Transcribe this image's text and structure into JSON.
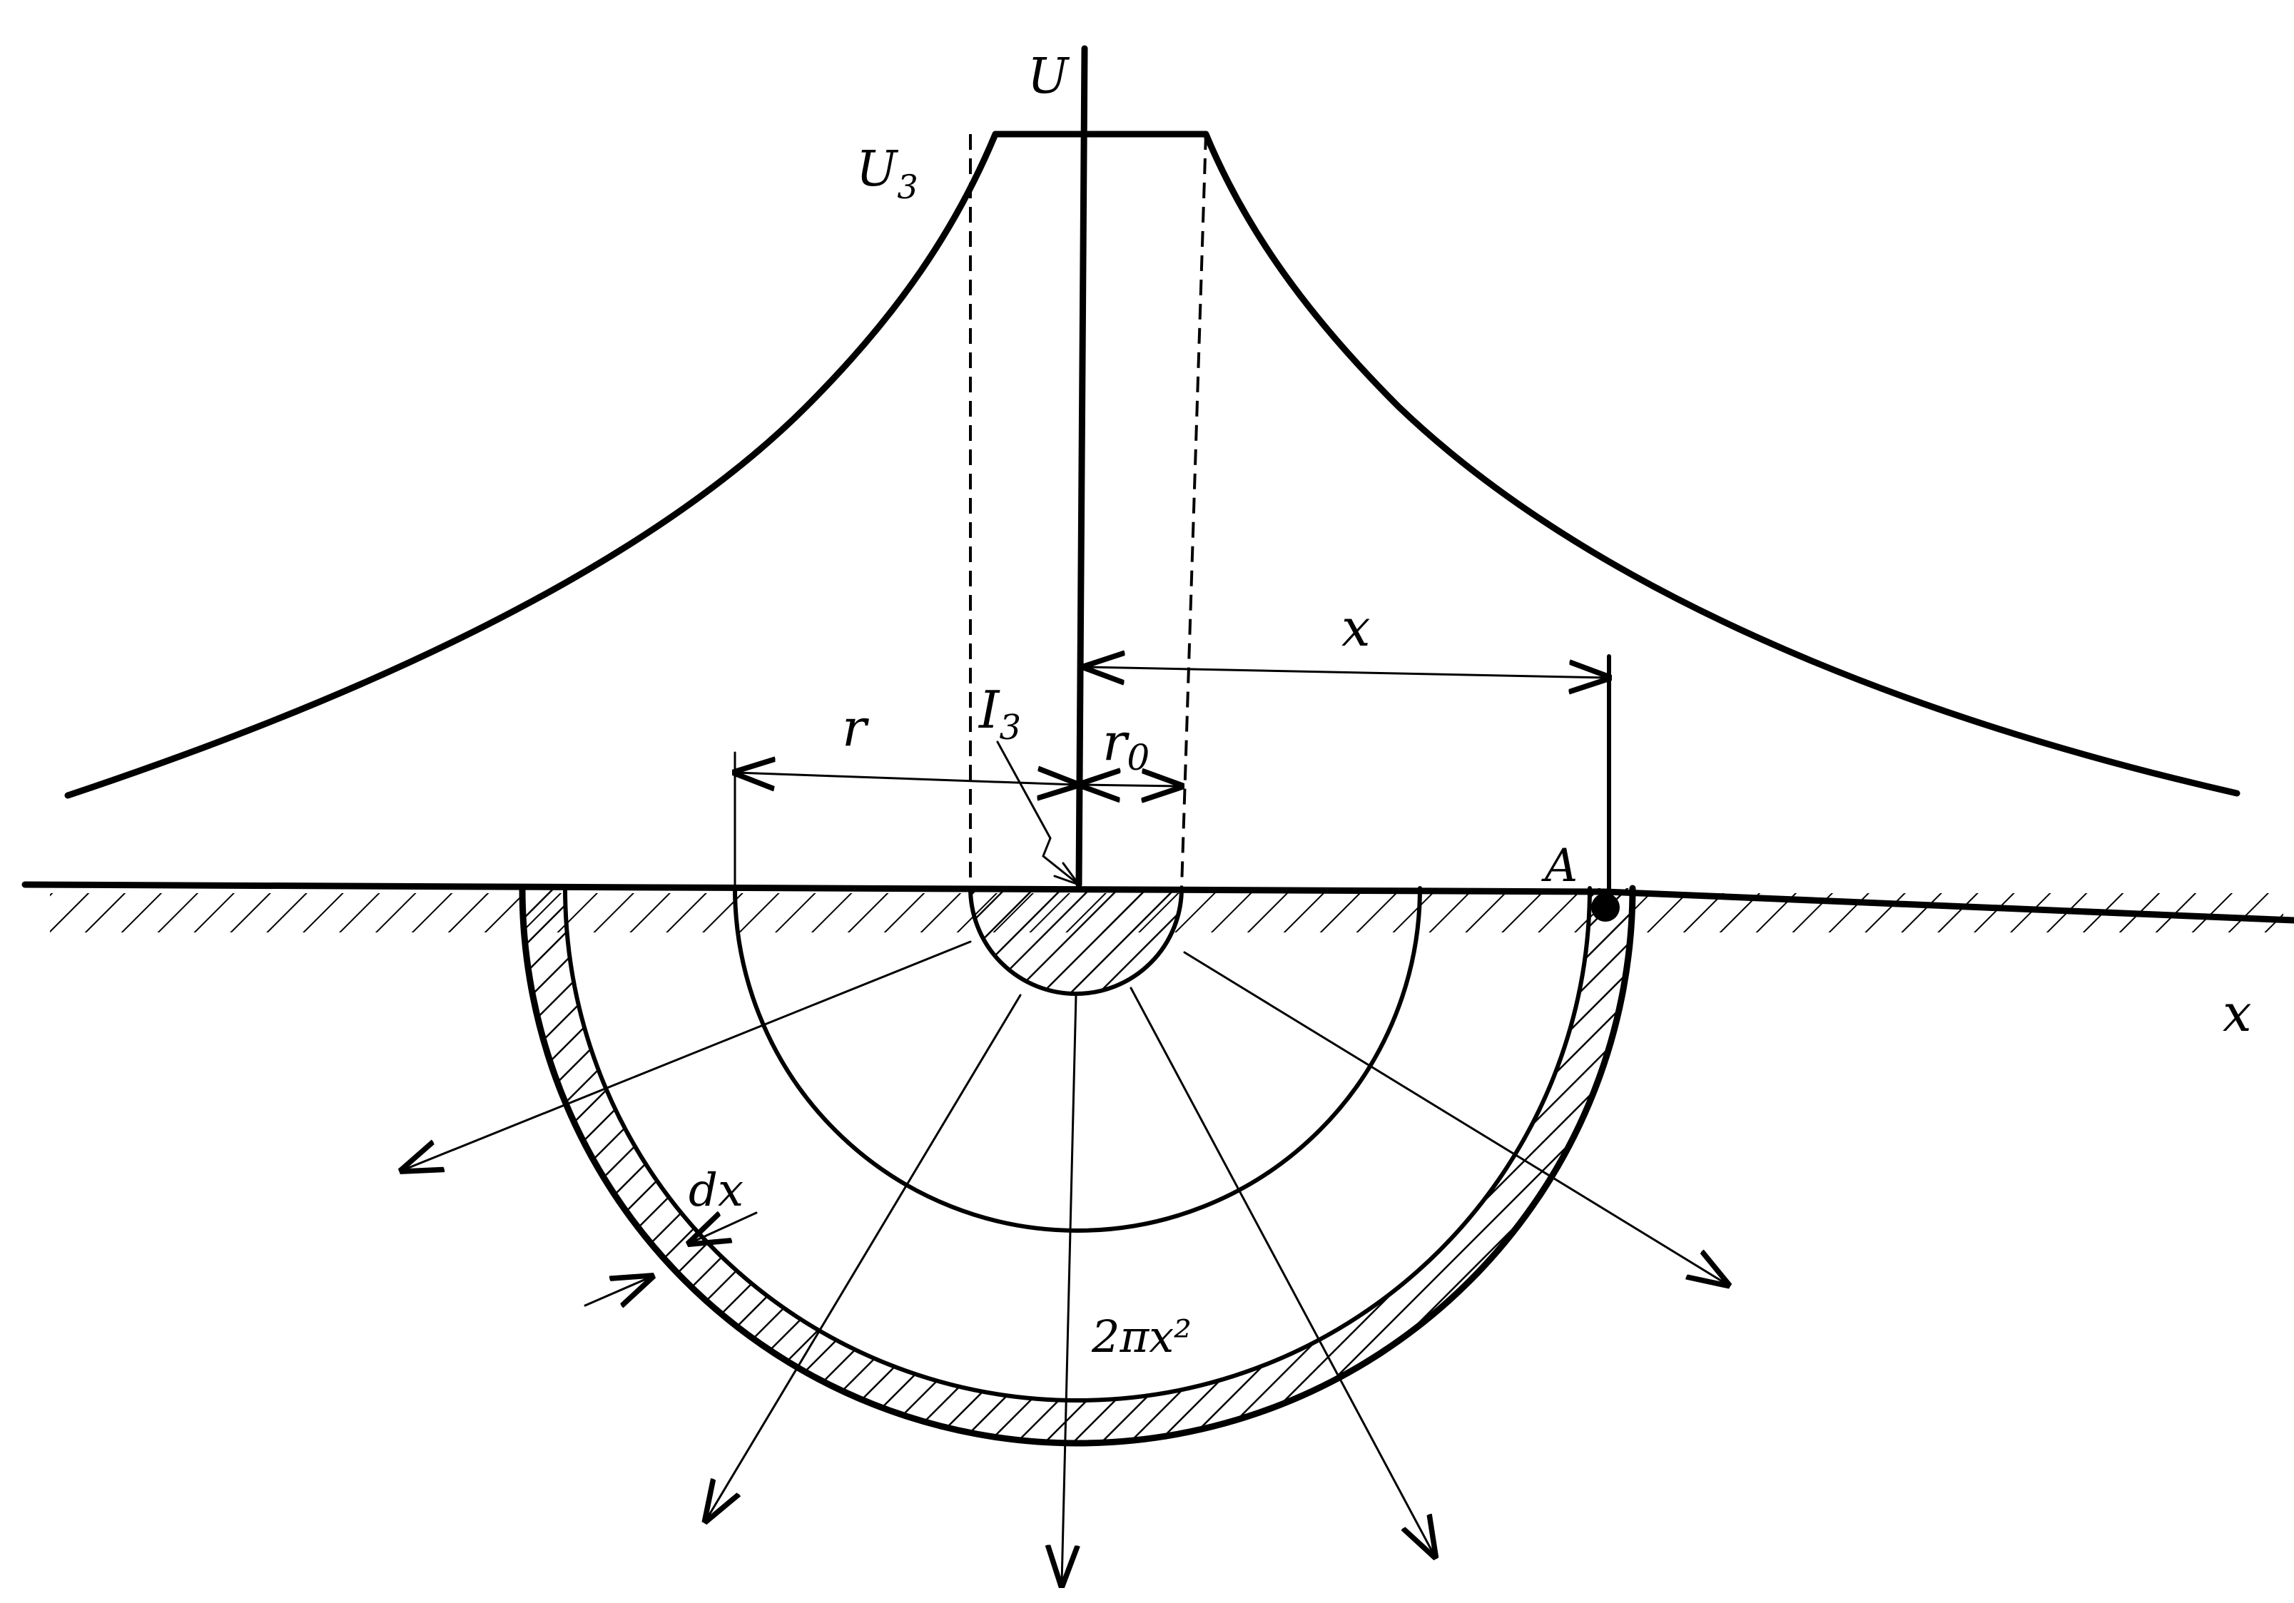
{
  "labels": {
    "u_axis": "U",
    "u_max": "U",
    "u_max_sub": "3",
    "current": "I",
    "current_sub": "3",
    "dist_x": "x",
    "radius_r": "r",
    "radius_r0": "r",
    "radius_r0_sub": "0",
    "point_a": "A",
    "x_axis": "x",
    "shell_thickness": "dx",
    "shell_area": "2πx²"
  }
}
